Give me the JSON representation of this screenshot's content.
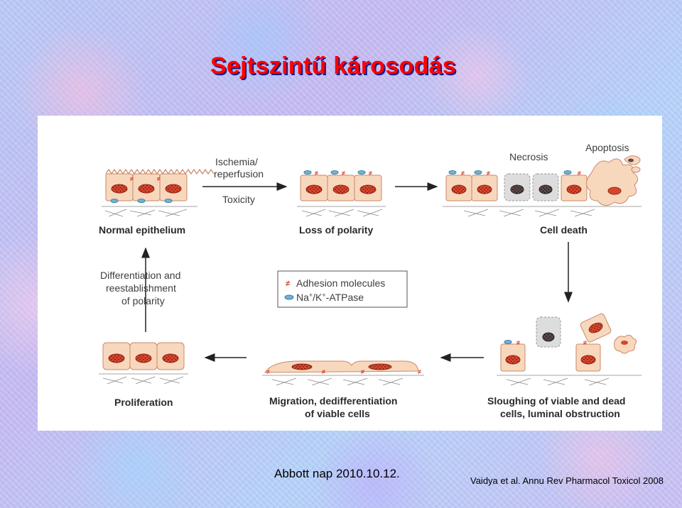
{
  "slide_title": "Sejtszintű károsodás",
  "diagram": {
    "stages": {
      "normal": "Normal epithelium",
      "polarity": "Loss of polarity",
      "death": "Cell death",
      "sloughing_1": "Sloughing of viable and dead",
      "sloughing_2": "cells, luminal obstruction",
      "migration_1": "Migration, dedifferentiation",
      "migration_2": "of viable cells",
      "proliferation": "Proliferation"
    },
    "arrows": {
      "ischemia_1": "Ischemia/",
      "ischemia_2": "reperfusion",
      "toxicity": "Toxicity",
      "diff_1": "Differentiation and",
      "diff_2": "reestablishment",
      "diff_3": "of polarity"
    },
    "death_types": {
      "necrosis": "Necrosis",
      "apoptosis": "Apoptosis"
    },
    "legend": {
      "adhesion": "Adhesion molecules",
      "atpase_na": "Na",
      "atpase_plus": "+",
      "atpase_k": "/K",
      "atpase_rest": "-ATPase"
    }
  },
  "credits": {
    "left": "Abbott nap 2010.10.12.",
    "right": "Vaidya et al. Annu Rev Pharmacol Toxicol 2008"
  },
  "colors": {
    "title": "#ff0000",
    "title_shadow": "#1a1a8c",
    "cell_fill": "#f8d8bd",
    "cell_stroke": "#c88868",
    "nucleus": "#d0402a",
    "dead_cell": "#dddddd",
    "atpase": "#6fb4d8",
    "adhesion": "#d94030"
  }
}
